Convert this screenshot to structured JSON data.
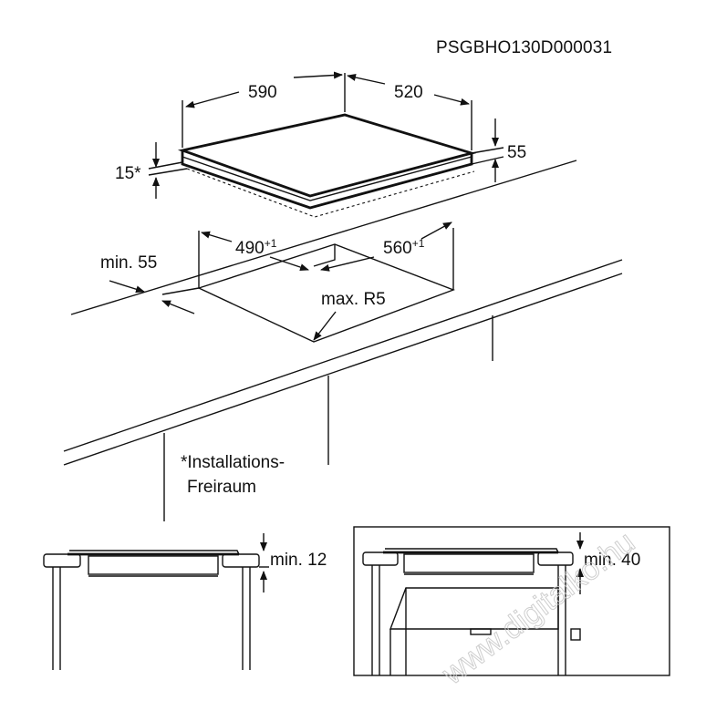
{
  "drawing_code": "PSGBHO130D000031",
  "hob": {
    "width": "590",
    "depth": "520",
    "height": "55",
    "clearance": "15*"
  },
  "cutout": {
    "width": "490",
    "width_tolerance": "+1",
    "depth": "560",
    "depth_tolerance": "+1",
    "radius": "max. R5",
    "edge_distance": "min. 55"
  },
  "footnote": {
    "line1": "*Installations-",
    "line2": "Freiraum"
  },
  "section_left": {
    "label": "min. 12"
  },
  "section_right": {
    "label": "min. 40"
  },
  "watermark": "www.digitalko.hu"
}
